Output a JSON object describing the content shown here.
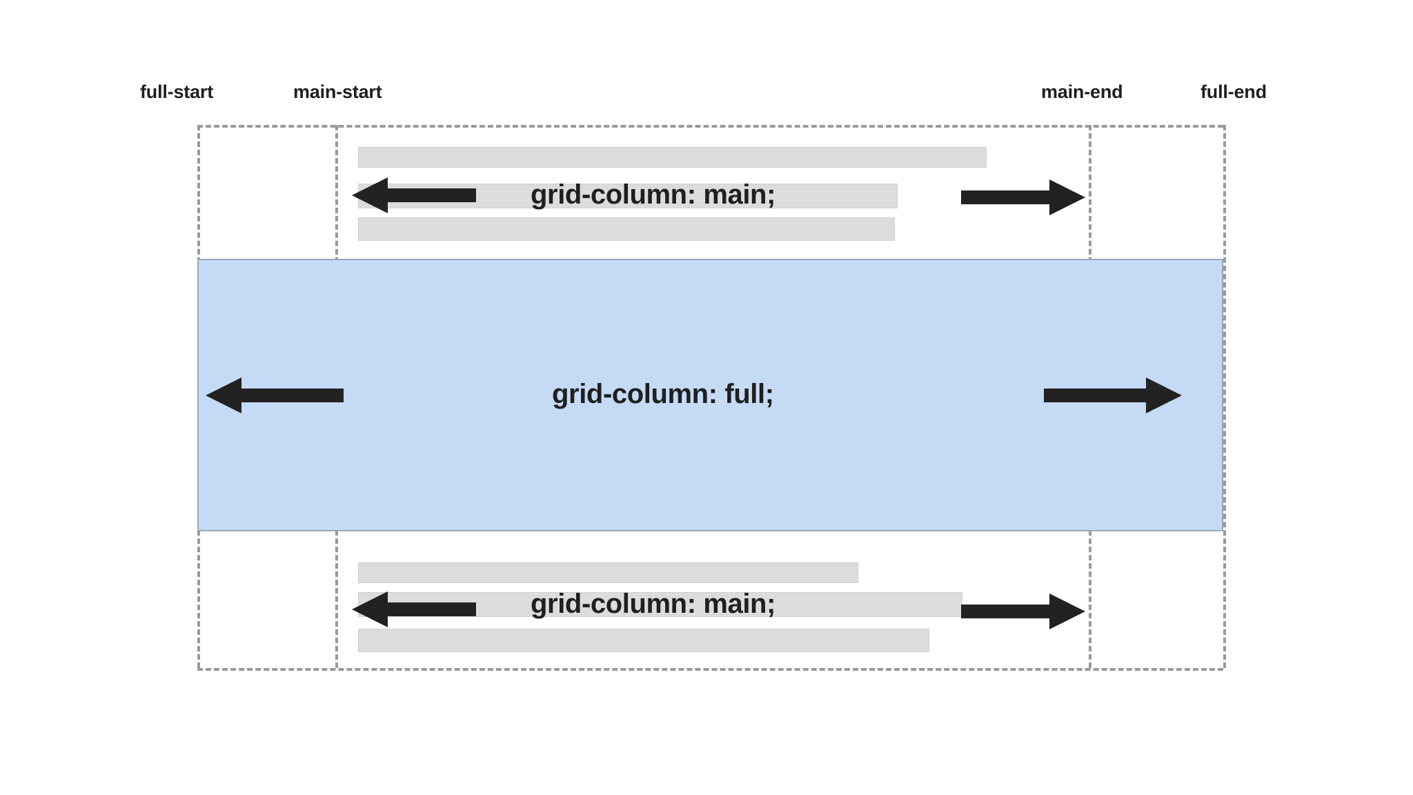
{
  "diagram": {
    "title_lines": {
      "full_start": "full-start",
      "main_start": "main-start",
      "main_end": "main-end",
      "full_end": "full-end"
    },
    "captions": {
      "top": "grid-column: main;",
      "middle": "grid-column: full;",
      "bottom": "grid-column: main;"
    },
    "colors": {
      "full_band_fill": "#c5daf5",
      "full_band_border": "#9aa7b8",
      "grid_line": "#9a9a9a",
      "placeholder_bar": "#dcdcdc",
      "arrow": "#222222",
      "text": "#1f1f1f",
      "background": "#ffffff"
    },
    "regions": [
      {
        "name": "top-main-region",
        "caption": "grid-column: main;",
        "spans_from": "main-start",
        "spans_to": "main-end",
        "placeholder_bar_count": 3
      },
      {
        "name": "full-region",
        "caption": "grid-column: full;",
        "spans_from": "full-start",
        "spans_to": "full-end",
        "placeholder_bar_count": 0
      },
      {
        "name": "bottom-main-region",
        "caption": "grid-column: main;",
        "spans_from": "main-start",
        "spans_to": "main-end",
        "placeholder_bar_count": 3
      }
    ]
  }
}
